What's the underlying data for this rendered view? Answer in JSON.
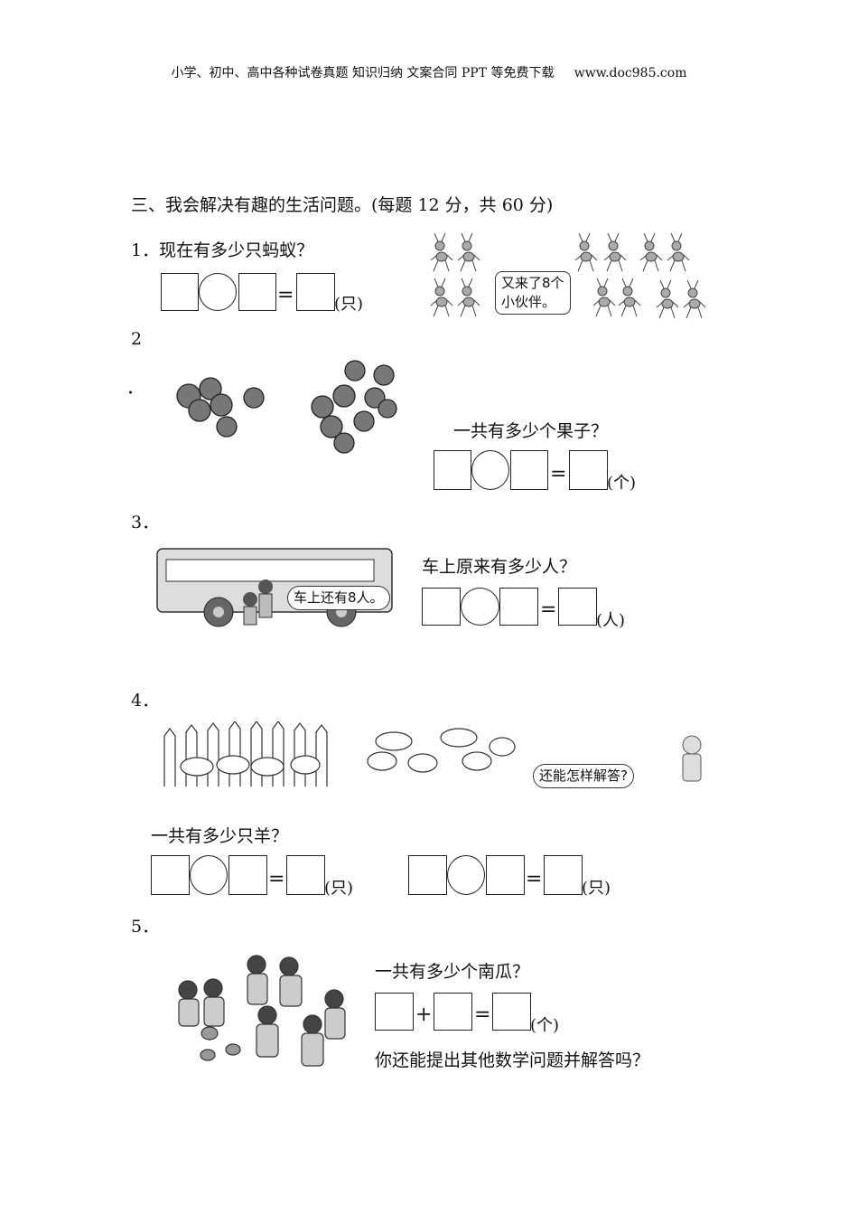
{
  "header": {
    "left": "小学、初中、高中各种试卷真题  知识归纳  文案合同  PPT 等免费下载",
    "right": "www.doc985.com"
  },
  "section_title": "三、我会解决有趣的生活问题。(每题 12 分，共 60 分)",
  "q1": {
    "label": "1．现在有多少只蚂蚁？",
    "bubble": [
      "又来了8个",
      "小伙伴。"
    ],
    "unit": "(只)",
    "eq": "="
  },
  "q2": {
    "num": "2",
    "dot": "．",
    "question": "一共有多少个果子？",
    "unit": "(个)",
    "eq": "="
  },
  "q3": {
    "num": "3．",
    "bubble": "车上还有8人。",
    "question": "车上原来有多少人？",
    "unit": "(人)",
    "eq": "="
  },
  "q4": {
    "num": "4．",
    "bubble": "还能怎样解答?",
    "question": "一共有多少只羊？",
    "unit1": "(只)",
    "unit2": "(只)",
    "eq": "="
  },
  "q5": {
    "num": "5．",
    "question": "一共有多少个南瓜？",
    "plus": "+",
    "eq": "=",
    "unit": "(个)",
    "followup": "你还能提出其他数学问题并解答吗？"
  }
}
